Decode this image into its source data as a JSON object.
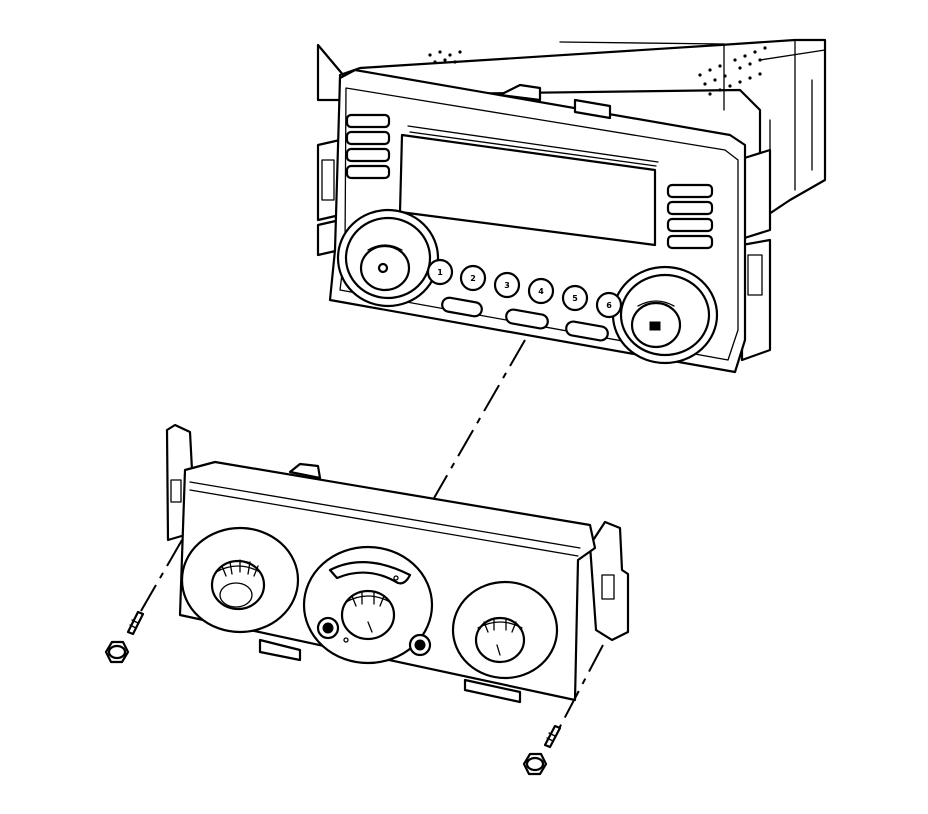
{
  "radio": {
    "preset_buttons": [
      "1",
      "2",
      "3",
      "4",
      "5",
      "6"
    ]
  }
}
